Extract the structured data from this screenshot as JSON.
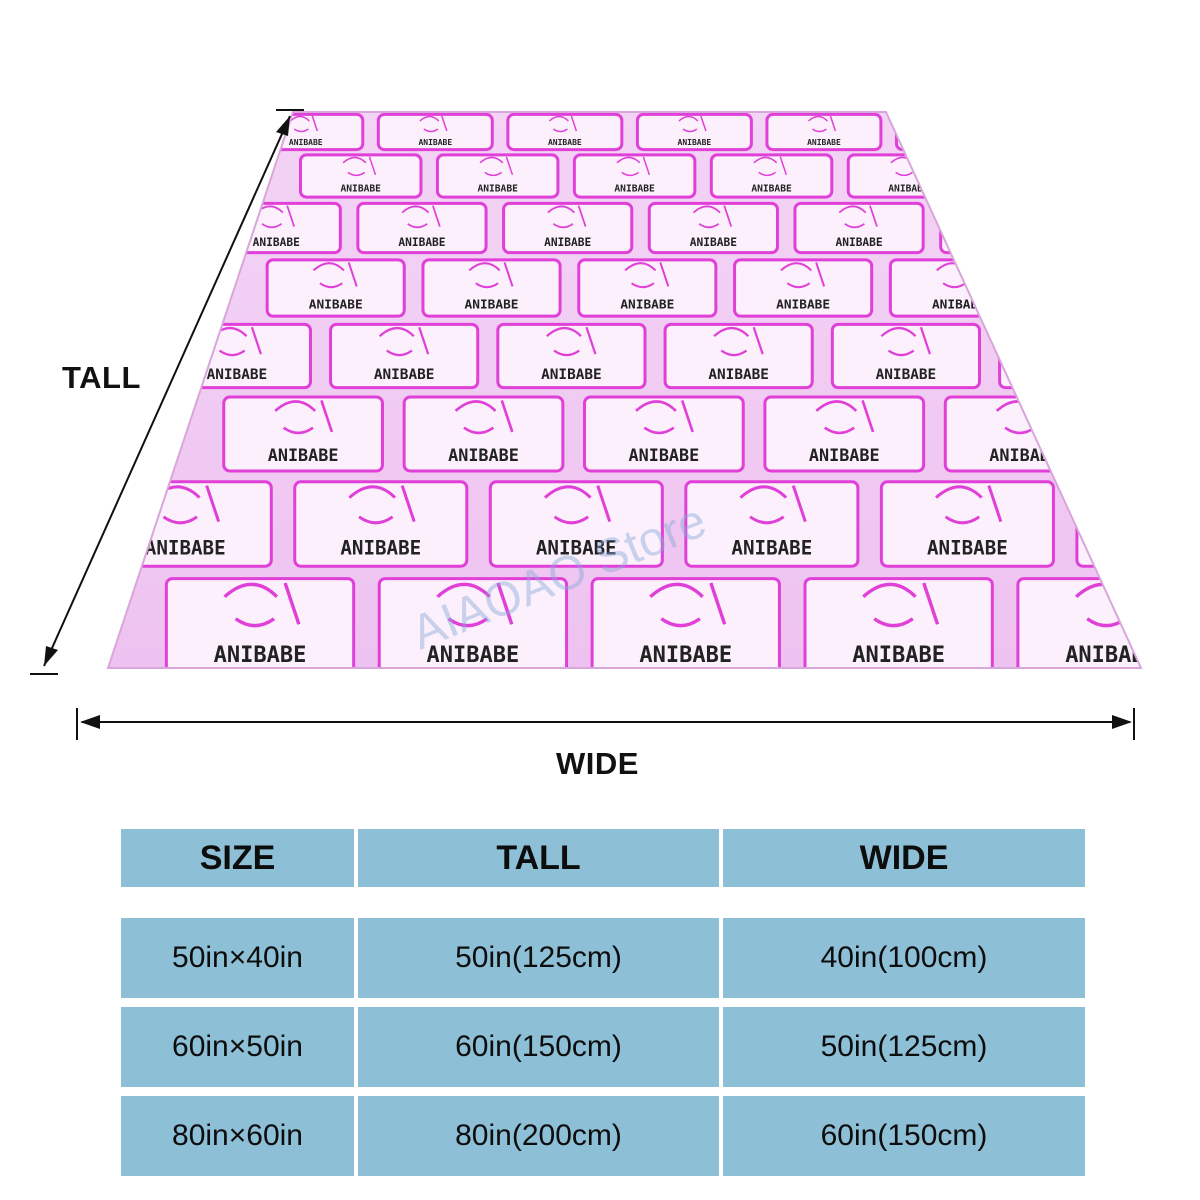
{
  "colors": {
    "fabric_bg": "#efc7f1",
    "print_magenta": "#e040d8",
    "table_cell": "#8dbfd6",
    "text_dark": "#111111"
  },
  "blanket": {
    "pattern_label": "ANIBABE",
    "watermark": "AIAOAO Store"
  },
  "dimensions": {
    "tall_label": "TALL",
    "wide_label": "WIDE"
  },
  "size_table": {
    "headers": [
      "SIZE",
      "TALL",
      "WIDE"
    ],
    "rows": [
      [
        "50in×40in",
        "50in(125cm)",
        "40in(100cm)"
      ],
      [
        "60in×50in",
        "60in(150cm)",
        "50in(125cm)"
      ],
      [
        "80in×60in",
        "80in(200cm)",
        "60in(150cm)"
      ]
    ]
  }
}
